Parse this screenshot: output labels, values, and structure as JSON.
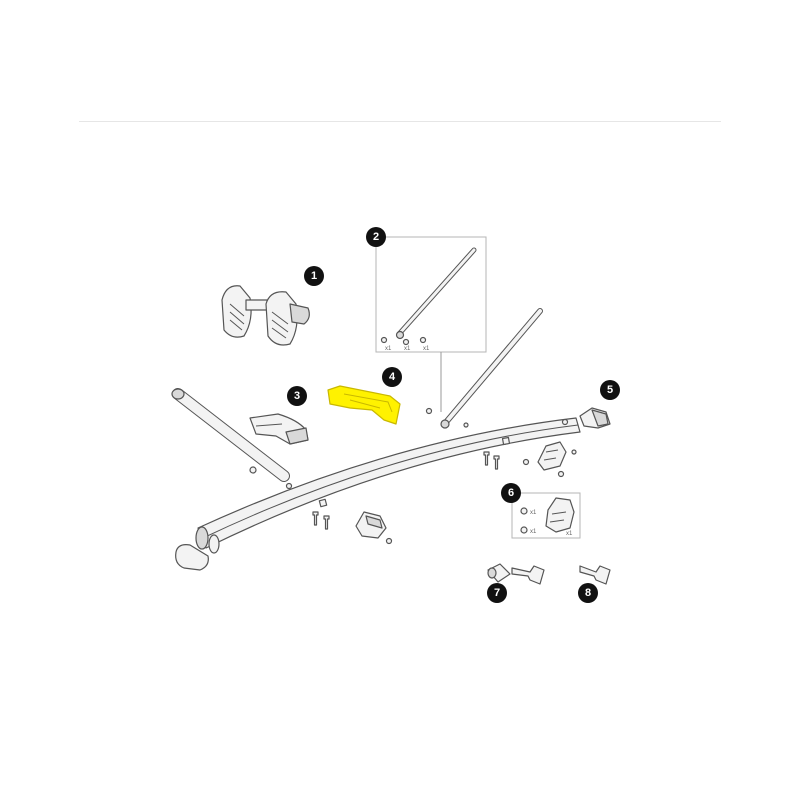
{
  "badges": [
    "1",
    "2",
    "3",
    "4",
    "5",
    "6",
    "7",
    "8"
  ],
  "quantities": {
    "kit2": [
      "x1",
      "x1",
      "x1"
    ],
    "kit6": [
      "x1",
      "x1",
      "x1"
    ]
  },
  "colors": {
    "highlight": "#fff200",
    "line": "#555555",
    "badge": "#111111"
  },
  "highlighted_part": "4"
}
